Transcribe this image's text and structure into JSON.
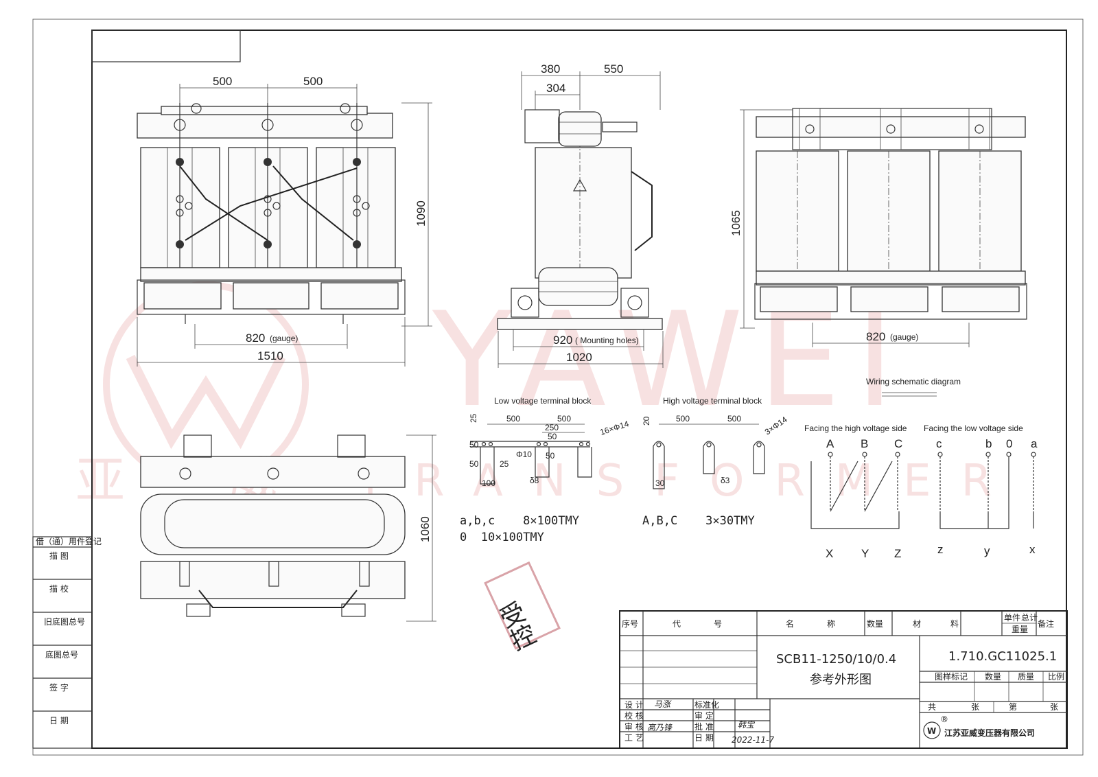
{
  "watermark": {
    "brand": "YAWEI",
    "sub": "TRANSFORMER",
    "cn": "亚威",
    "color": "#f2c9c9"
  },
  "views": {
    "front": {
      "dim_spacing_1": "500",
      "dim_spacing_2": "500",
      "dim_height": "1090",
      "dim_gauge": "820",
      "gauge_note": "(gauge)",
      "dim_width": "1510"
    },
    "side": {
      "dim_top_left": "380",
      "dim_top_right": "550",
      "dim_inner": "304",
      "dim_holes": "920",
      "holes_note": "( Mounting holes)",
      "dim_width": "1020"
    },
    "back": {
      "dim_height": "1065",
      "dim_gauge": "820",
      "gauge_note": "(gauge)"
    },
    "top": {
      "dim_depth": "1060"
    }
  },
  "lv_block": {
    "title": "Low voltage terminal block",
    "dims": [
      "25",
      "500",
      "250",
      "500",
      "16×Φ14",
      "50",
      "50",
      "25",
      "Φ10",
      "50",
      "100",
      "δ8",
      "50"
    ],
    "spec_line1": "a,b,c    8×100TMY",
    "spec_line2": "0  10×100TMY"
  },
  "hv_block": {
    "title": "High voltage terminal block",
    "dims": [
      "20",
      "500",
      "500",
      "3×Φ14",
      "30",
      "δ3"
    ],
    "spec_line1": "A,B,C    3×30TMY"
  },
  "wiring": {
    "title": "Wiring schematic diagram",
    "hv_side": "Facing the high voltage side",
    "lv_side": "Facing the low voltage side",
    "hv_top": [
      "A",
      "B",
      "C"
    ],
    "lv_top": [
      "c",
      "b",
      "0",
      "a"
    ],
    "hv_bottom": [
      "X",
      "Y",
      "Z"
    ],
    "lv_bottom": [
      "z",
      "y",
      "x"
    ]
  },
  "left_strip": {
    "header": "借（通）用件登记",
    "rows": [
      "描 图",
      "描 校",
      "旧底图总号",
      "底图总号",
      "签 字",
      "日 期"
    ]
  },
  "title_block": {
    "cols": [
      "序号",
      "代",
      "号",
      "名",
      "称",
      "数量",
      "材",
      "料",
      "单件",
      "总计",
      "重量",
      "备注"
    ],
    "model": "SCB11-1250/10/0.4",
    "drawing_name": "参考外形图",
    "drawing_no": "1.710.GC11025.1",
    "meta_cols": [
      "图样标记",
      "数量",
      "质量",
      "比例"
    ],
    "sheet_row": [
      "共",
      "张",
      "第",
      "张"
    ],
    "sign_labels": [
      "设 计",
      "校 核",
      "审 核",
      "工 艺"
    ],
    "sign_labels2": [
      "标准化",
      "审 定",
      "批 准",
      "日 期"
    ],
    "sign_design": "马涨",
    "sign_review": "高乃锋",
    "sign_approve": "韩宝",
    "sign_date": "2022-11-7",
    "company": "江苏亚威变压器有限公司",
    "logo_mark": "W",
    "logo_reg": "®"
  },
  "stamp": {
    "text": "受控"
  }
}
